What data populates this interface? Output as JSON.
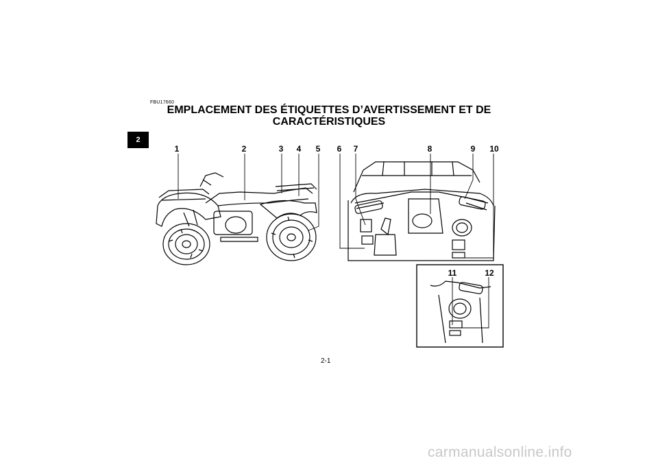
{
  "section_tab": "2",
  "reference_code": "FBU17660",
  "title": {
    "line1": "EMPLACEMENT DES ÉTIQUETTES D’AVERTISSEMENT ET DE",
    "line2": "CARACTÉRISTIQUES"
  },
  "callouts": [
    "1",
    "2",
    "3",
    "4",
    "5",
    "6",
    "7",
    "8",
    "9",
    "10",
    "11",
    "12"
  ],
  "page_number": "2-1",
  "watermark": "carmanualsonline.info"
}
